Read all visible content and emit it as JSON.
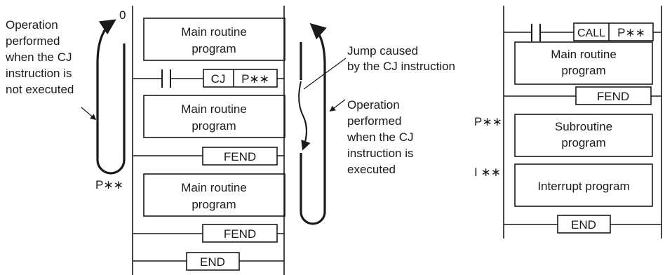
{
  "left_diagram": {
    "start_step": "0",
    "label_not_executed": [
      "Operation",
      "performed",
      "when the CJ",
      "instruction is",
      "not executed"
    ],
    "label_executed": [
      "Operation",
      "performed",
      "when the CJ",
      "instruction is",
      "executed"
    ],
    "label_jump": [
      "Jump caused",
      "by the CJ instruction"
    ],
    "pointer_label": "P∗∗",
    "box_main_1": [
      "Main routine",
      "program"
    ],
    "cj_instruction": "CJ",
    "cj_pointer": "P∗∗",
    "box_main_2": [
      "Main routine",
      "program"
    ],
    "fend_1": "FEND",
    "box_main_3": [
      "Main routine",
      "program"
    ],
    "fend_2": "FEND",
    "end": "END"
  },
  "right_diagram": {
    "call_instruction": "CALL",
    "call_pointer": "P∗∗",
    "box_main": [
      "Main routine",
      "program"
    ],
    "fend": "FEND",
    "subroutine_label": "P∗∗",
    "box_subroutine": [
      "Subroutine",
      "program"
    ],
    "interrupt_label": "I ∗∗",
    "box_interrupt": "Interrupt program",
    "end": "END"
  },
  "colors": {
    "line": "#1a1a1a",
    "background": "#ffffff"
  }
}
